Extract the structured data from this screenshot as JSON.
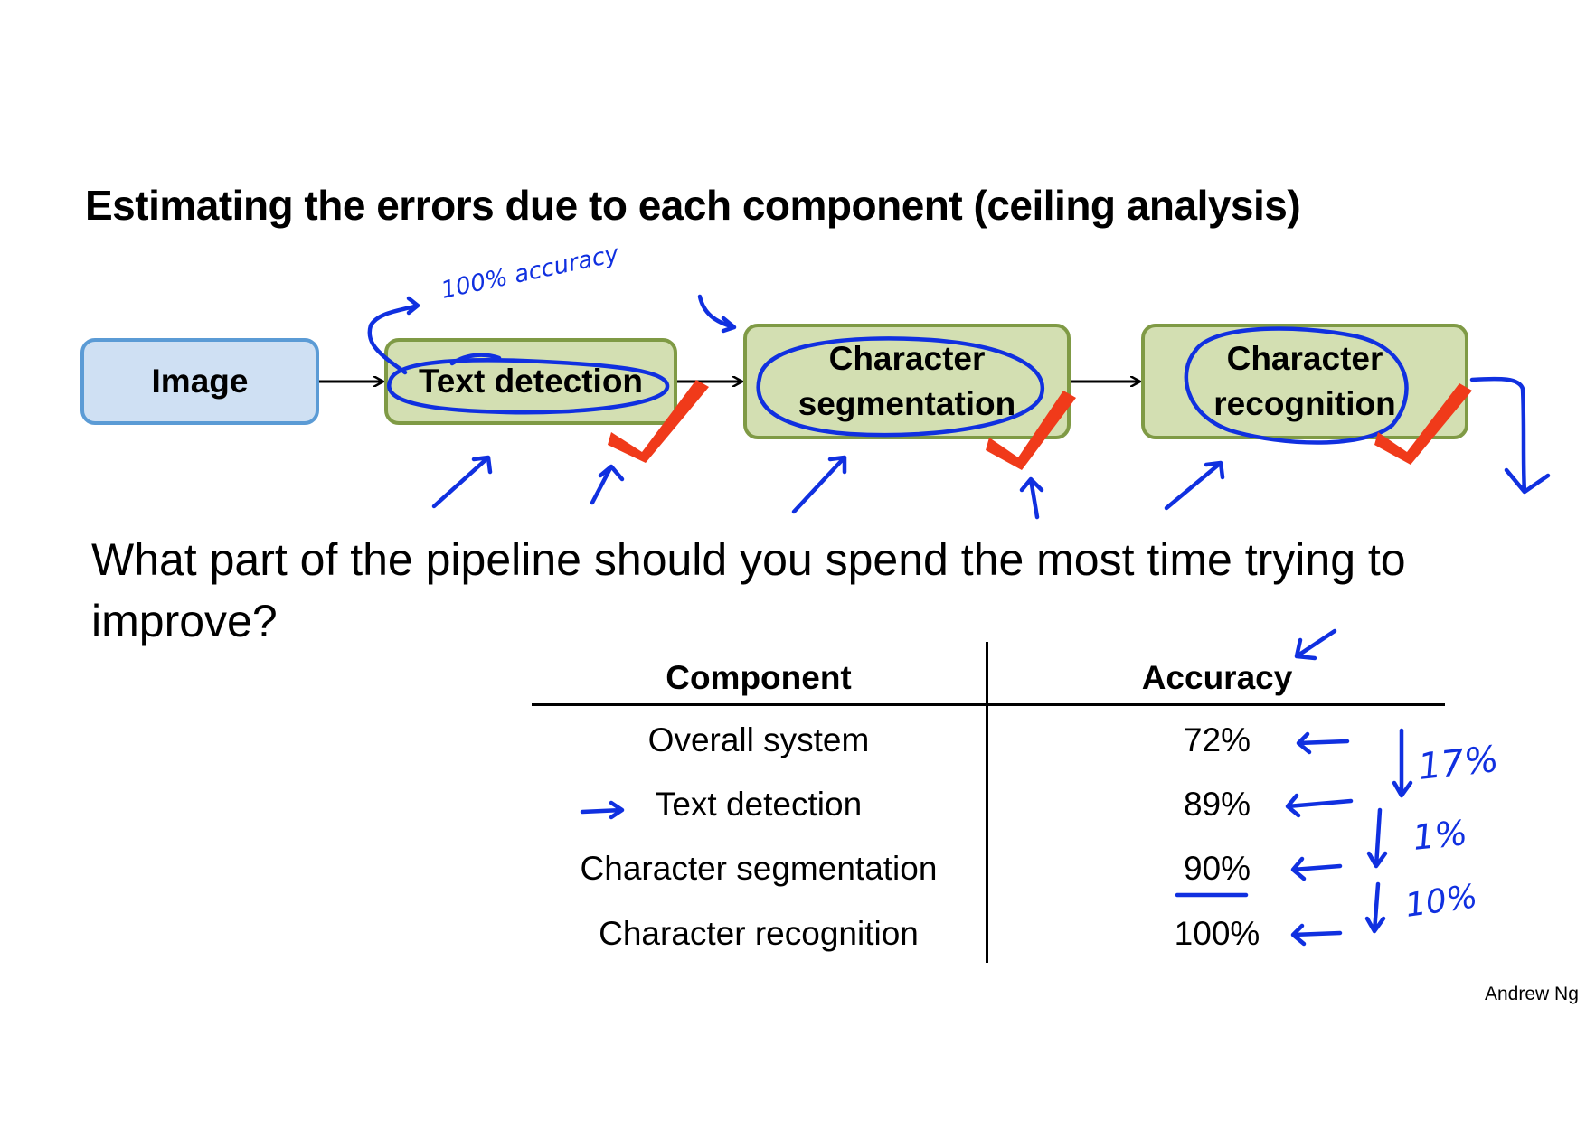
{
  "slide": {
    "title": "Estimating the errors due to each component (ceiling analysis)",
    "pipeline": {
      "image": "Image",
      "text_detection": "Text detection",
      "character_segmentation": "Character segmentation",
      "character_recognition": "Character recognition"
    },
    "question": "What part of the pipeline should you spend the most time trying to improve?",
    "table": {
      "headers": [
        "Component",
        "Accuracy"
      ],
      "rows": [
        {
          "component": "Overall system",
          "accuracy": "72%"
        },
        {
          "component": "Text detection",
          "accuracy": "89%"
        },
        {
          "component": "Character segmentation",
          "accuracy": "90%"
        },
        {
          "component": "Character recognition",
          "accuracy": "100%"
        }
      ]
    },
    "footer": "Andrew Ng"
  },
  "annotations": {
    "ink_color": "#1030e0",
    "check_color": "#f03a1a",
    "note_accuracy": "100% accuracy",
    "diffs": [
      "17%",
      "1%",
      "10%"
    ]
  }
}
